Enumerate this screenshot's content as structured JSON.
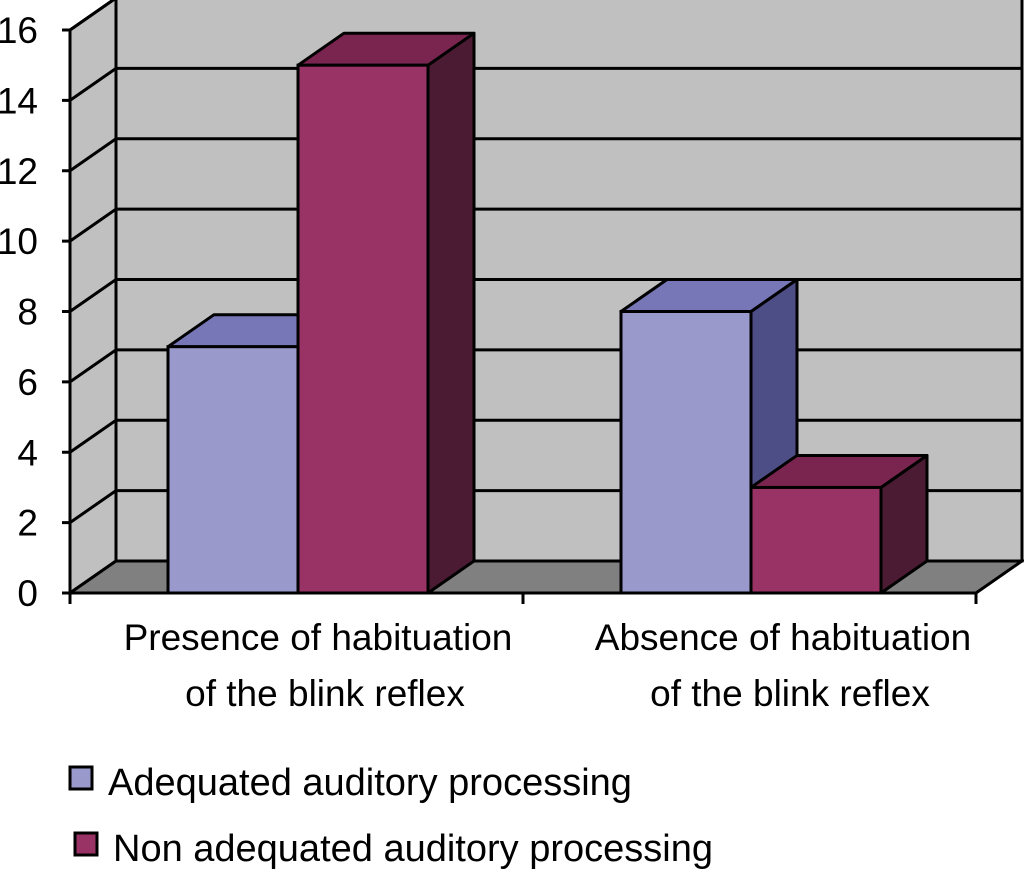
{
  "chart_data": {
    "type": "bar",
    "categories": [
      [
        "Presence of habituation",
        "of the blink reflex"
      ],
      [
        "Absence of habituation",
        "of the blink reflex"
      ]
    ],
    "series": [
      {
        "name": "Adequated auditory processing",
        "values": [
          7,
          8
        ]
      },
      {
        "name": "Non adequated auditory processing",
        "values": [
          15,
          3
        ]
      }
    ],
    "ylim": [
      0,
      16
    ],
    "yticks": [
      "0",
      "2",
      "4",
      "6",
      "8",
      "10",
      "12",
      "14",
      "16"
    ],
    "grid": true,
    "legend": "bottom",
    "three_d": true
  },
  "colors": {
    "background": "#ffffff",
    "wall": "#c0c0c0",
    "floor": "#808080",
    "series": [
      {
        "front": "#9999cc",
        "top": "#7777b8",
        "side": "#4e4e86"
      },
      {
        "front": "#993366",
        "top": "#7a2550",
        "side": "#4a1b33"
      }
    ]
  }
}
